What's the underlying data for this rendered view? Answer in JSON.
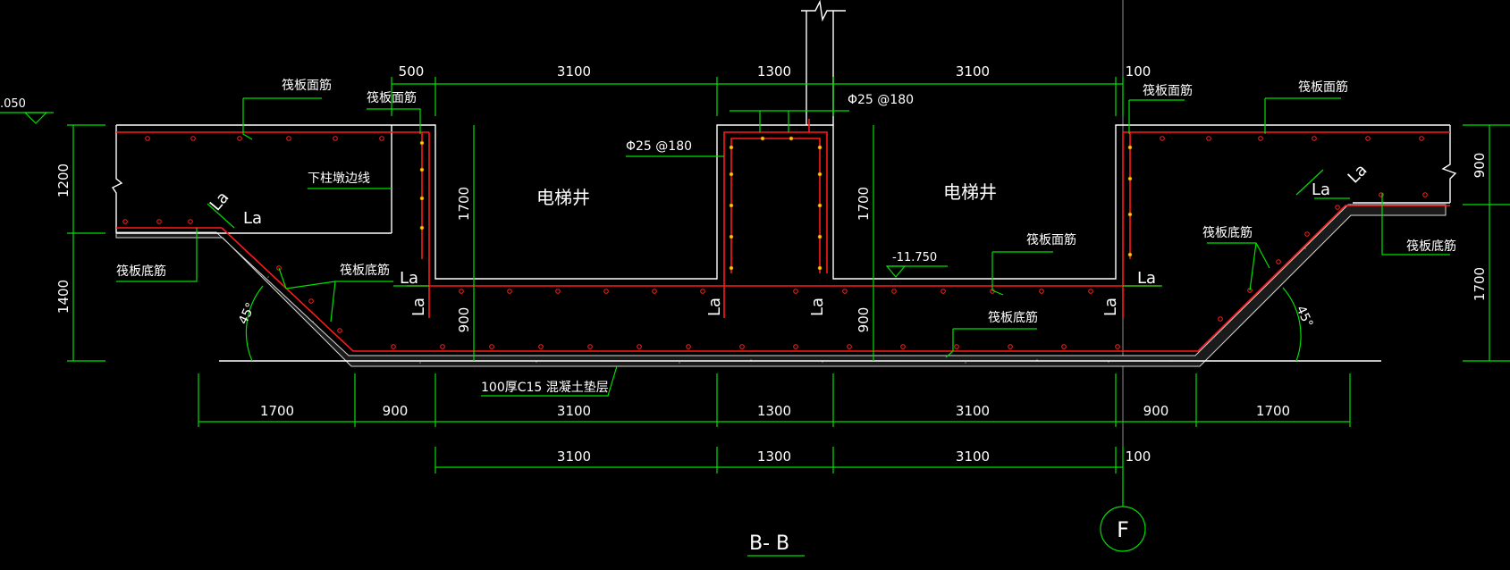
{
  "drawing": {
    "section_title": "B- B",
    "grid_axis": "F",
    "elevation_left": ".050",
    "elevation_mid": "-11.750",
    "room_left": "电梯井",
    "room_right": "电梯井",
    "colors": {
      "background": "#000000",
      "outline": "#ffffff",
      "rebar": "#ff1a1a",
      "dimension": "#00e000"
    }
  },
  "labels": {
    "top_face_rebar": "筏板面筋",
    "bottom_face_rebar": "筏板底筋",
    "column_edge_line": "下柱墩边线",
    "rebar_spec": "Φ25 @180",
    "anchor": "La",
    "angle": "45°",
    "cushion": "100厚C15 混凝土垫层"
  },
  "dimensions": {
    "top": [
      "500",
      "3100",
      "1300",
      "3100",
      "100"
    ],
    "bottom_row1": [
      "1700",
      "900",
      "3100",
      "1300",
      "3100",
      "900",
      "1700"
    ],
    "bottom_row2": [
      "3100",
      "1300",
      "3100",
      "100"
    ],
    "left_vertical": [
      "1200",
      "1400"
    ],
    "right_vertical": [
      "900",
      "1700"
    ],
    "pit_depth": [
      "1700",
      "1700"
    ],
    "wall_thickness": [
      "900",
      "900"
    ]
  }
}
